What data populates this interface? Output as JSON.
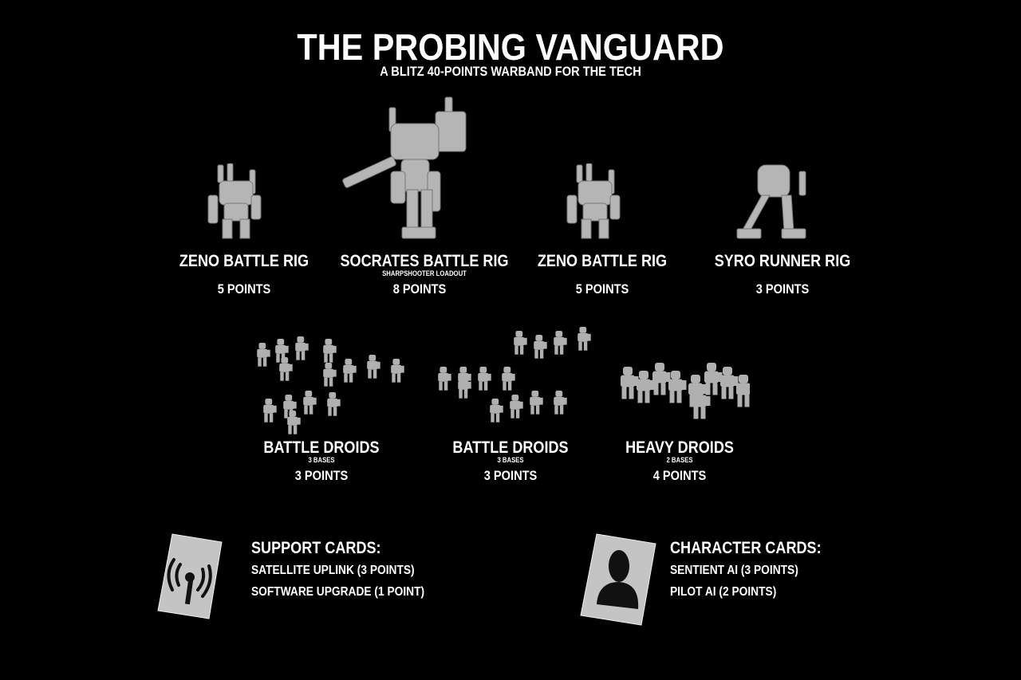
{
  "header": {
    "title": "THE PROBING VANGUARD",
    "subtitle": "A BLITZ 40-POINTS WARBAND FOR THE TECH"
  },
  "rigs": [
    {
      "name": "ZENO BATTLE RIG",
      "subtitle": null,
      "points": "5 POINTS"
    },
    {
      "name": "SOCRATES BATTLE RIG",
      "subtitle": "SHARPSHOOTER LOADOUT",
      "points": "8 POINTS"
    },
    {
      "name": "ZENO BATTLE RIG",
      "subtitle": null,
      "points": "5 POINTS"
    },
    {
      "name": "SYRO RUNNER RIG",
      "subtitle": null,
      "points": "3 POINTS"
    }
  ],
  "droids": [
    {
      "name": "BATTLE DROIDS",
      "bases": "3 BASES",
      "points": "3 POINTS"
    },
    {
      "name": "BATTLE DROIDS",
      "bases": "3 BASES",
      "points": "3 POINTS"
    },
    {
      "name": "HEAVY DROIDS",
      "bases": "2 BASES",
      "points": "4 POINTS"
    }
  ],
  "support_cards": {
    "icon": "signal-antenna-icon",
    "heading": "SUPPORT CARDS:",
    "items": [
      "SATELLITE UPLINK (3 POINTS)",
      "SOFTWARE UPGRADE (1 POINT)"
    ]
  },
  "character_cards": {
    "icon": "person-silhouette-icon",
    "heading": "CHARACTER CARDS:",
    "items": [
      "SENTIENT AI (3 POINTS)",
      "PILOT AI (2 POINTS)"
    ]
  },
  "colors": {
    "background": "#000000",
    "text": "#ffffff",
    "miniature": "#b8b8b8",
    "card": "#c4c4c4"
  }
}
